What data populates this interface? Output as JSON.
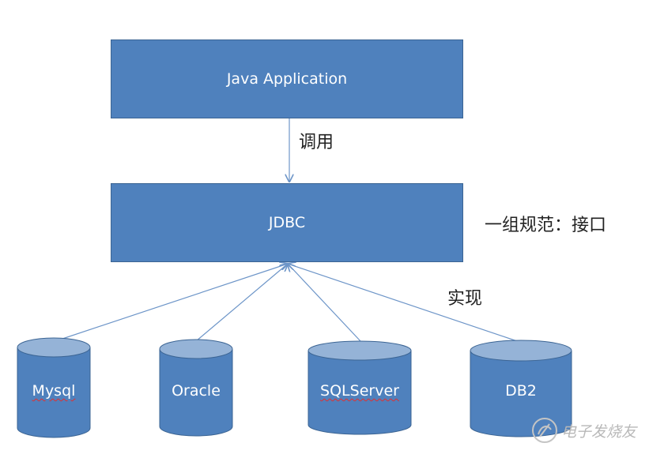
{
  "nodes": {
    "java_app": "Java Application",
    "jdbc": "JDBC"
  },
  "labels": {
    "call": "调用",
    "spec": "一组规范：接口",
    "implement": "实现"
  },
  "databases": [
    "Mysql",
    "Oracle",
    "SQLServer",
    "DB2"
  ],
  "watermark": "电子发烧友",
  "colors": {
    "box_fill": "#4f81bd",
    "cylinder_top": "#95b3d7",
    "line": "#6d95c8"
  }
}
